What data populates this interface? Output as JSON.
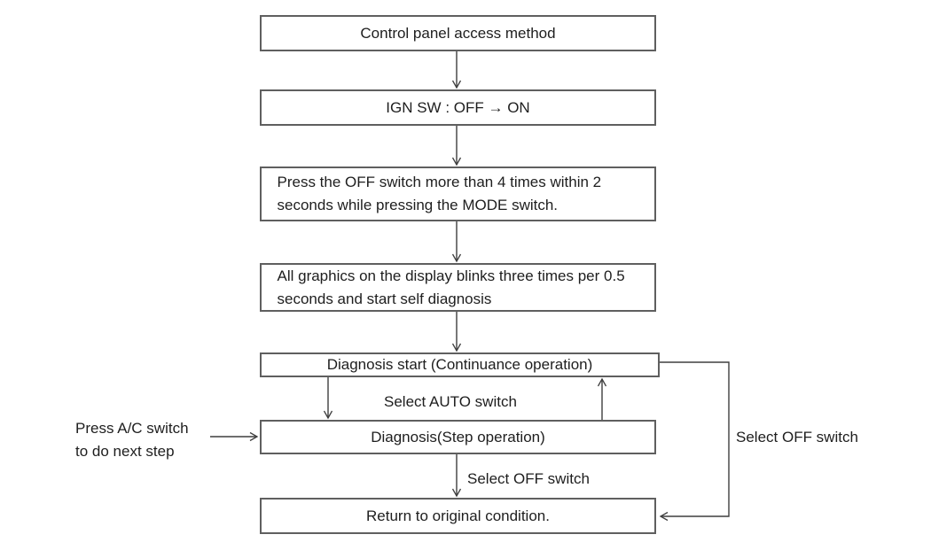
{
  "diagram": {
    "nodes": [
      {
        "label": "Control panel access method"
      },
      {
        "label": "IGN SW : OFF → ON"
      },
      {
        "label": "Press the OFF switch more than 4 times within 2 seconds while pressing the MODE switch."
      },
      {
        "label": "All graphics on the display blinks three times per 0.5 seconds and start self diagnosis"
      },
      {
        "label": "Diagnosis start (Continuance operation)"
      },
      {
        "label": "Diagnosis(Step operation)"
      },
      {
        "label": "Return to original condition."
      }
    ],
    "labels": {
      "select_auto": "Select AUTO switch",
      "select_off_step": "Select OFF switch",
      "select_off_continuance": "Select OFF switch",
      "press_ac": "Press A/C switch\nto do next step"
    },
    "colors": {
      "line": "#3f3f3f",
      "box_border": "#5f5f5f",
      "text": "#1e1e1e",
      "background": "#ffffff"
    }
  }
}
